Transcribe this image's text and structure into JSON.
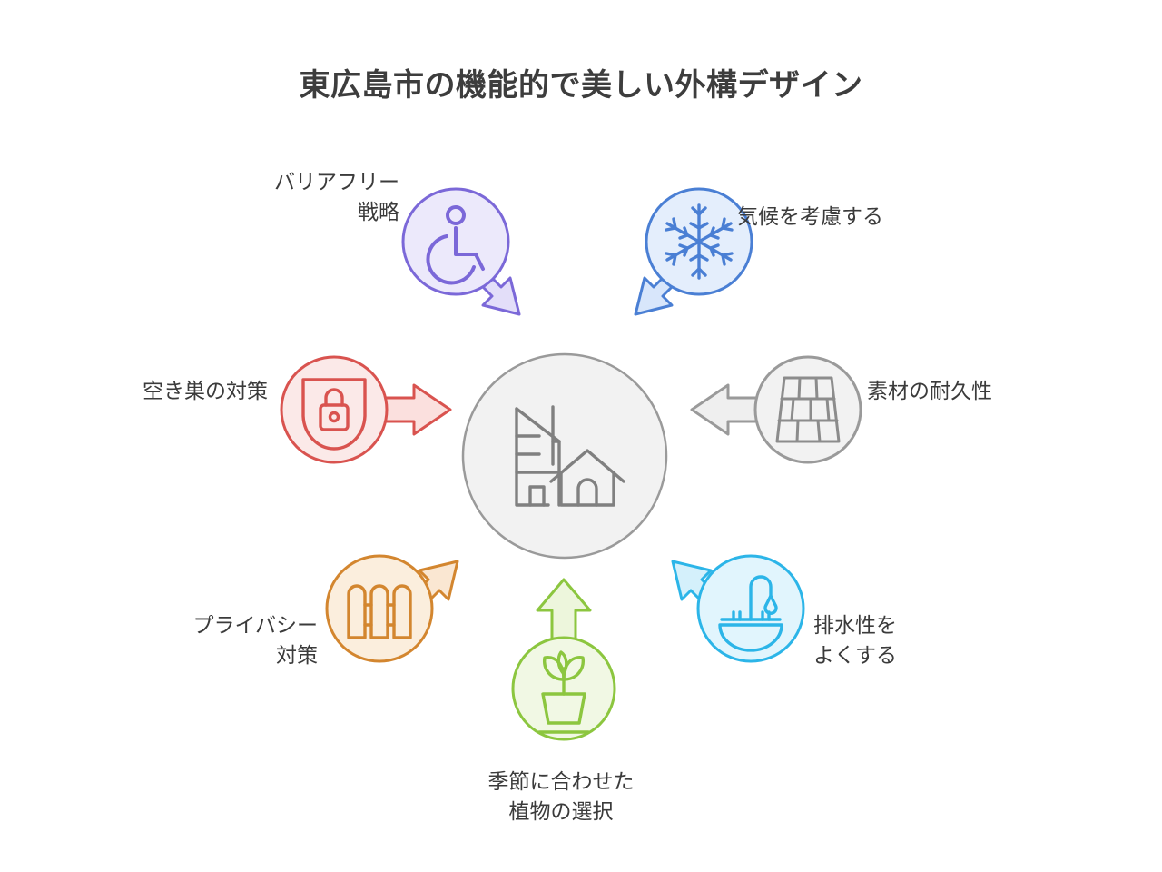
{
  "title": "東広島市の機能的で美しい外構デザイン",
  "center": {
    "icon": "buildings-house-icon",
    "color": "#8c8c8c",
    "fill": "#f2f2f2"
  },
  "nodes": [
    {
      "id": "barrier-free",
      "label": "バリアフリー\n戦略",
      "icon": "wheelchair-accessibility-icon",
      "color": "#7b68d8",
      "fill": "#ece9fb",
      "arrow_direction": "down-right"
    },
    {
      "id": "climate",
      "label": "気候を考慮する",
      "icon": "snowflake-icon",
      "color": "#4a7fd4",
      "fill": "#e4eefc",
      "arrow_direction": "down-left"
    },
    {
      "id": "burglary",
      "label": "空き巣の対策",
      "icon": "shield-lock-icon",
      "color": "#d9534f",
      "fill": "#fbe9e8",
      "arrow_direction": "right"
    },
    {
      "id": "durability",
      "label": "素材の耐久性",
      "icon": "brick-paving-icon",
      "color": "#8c8c8c",
      "fill": "#f2f2f2",
      "arrow_direction": "left"
    },
    {
      "id": "privacy",
      "label": "プライバシー\n対策",
      "icon": "fence-icon",
      "color": "#d3862f",
      "fill": "#fbeedd",
      "arrow_direction": "up-right"
    },
    {
      "id": "drainage",
      "label": "排水性を\nよくする",
      "icon": "faucet-water-drop-icon",
      "color": "#2cb5e8",
      "fill": "#e1f5fd",
      "arrow_direction": "up-left"
    },
    {
      "id": "plants",
      "label": "季節に合わせた\n植物の選択",
      "icon": "potted-plant-icon",
      "color": "#8cc63f",
      "fill": "#f1f8e4",
      "arrow_direction": "up"
    }
  ]
}
